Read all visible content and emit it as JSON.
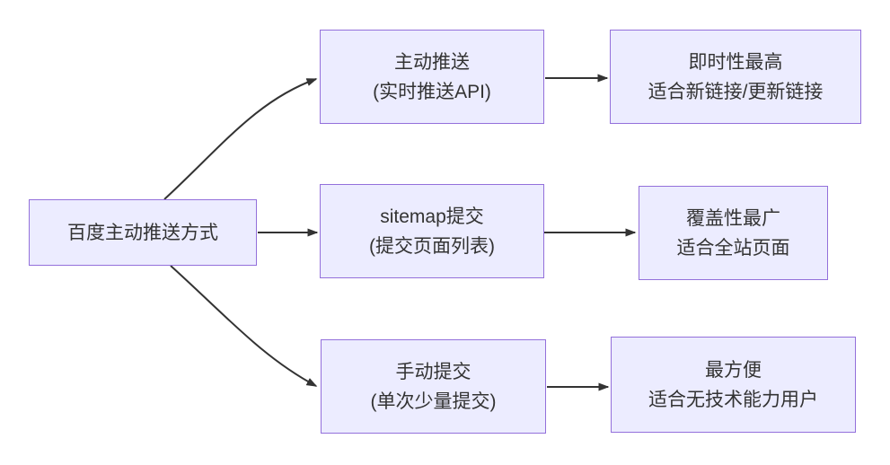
{
  "diagram": {
    "type": "flowchart",
    "direction": "left-to-right",
    "colors": {
      "background": "#ffffff",
      "node_fill": "#ECECFF",
      "node_border": "#9370DB",
      "node_text": "#333333",
      "edge_line": "#333333",
      "arrowhead": "#333333"
    },
    "nodes": {
      "root": {
        "lines": [
          "百度主动推送方式"
        ]
      },
      "push": {
        "lines": [
          "主动推送",
          "(实时推送API)"
        ]
      },
      "sitemap": {
        "lines": [
          "sitemap提交",
          "(提交页面列表)"
        ]
      },
      "manual": {
        "lines": [
          "手动提交",
          "(单次少量提交)"
        ]
      },
      "push_result": {
        "lines": [
          "即时性最高",
          "适合新链接/更新链接"
        ]
      },
      "sitemap_result": {
        "lines": [
          "覆盖性最广",
          "适合全站页面"
        ]
      },
      "manual_result": {
        "lines": [
          "最方便",
          "适合无技术能力用户"
        ]
      }
    },
    "edges": [
      {
        "from": "root",
        "to": "push",
        "style": "curved-up",
        "arrow": "triangle"
      },
      {
        "from": "root",
        "to": "sitemap",
        "style": "straight",
        "arrow": "triangle"
      },
      {
        "from": "root",
        "to": "manual",
        "style": "curved-down",
        "arrow": "triangle"
      },
      {
        "from": "push",
        "to": "push_result",
        "style": "straight",
        "arrow": "triangle"
      },
      {
        "from": "sitemap",
        "to": "sitemap_result",
        "style": "straight",
        "arrow": "triangle"
      },
      {
        "from": "manual",
        "to": "manual_result",
        "style": "straight",
        "arrow": "triangle"
      }
    ]
  }
}
